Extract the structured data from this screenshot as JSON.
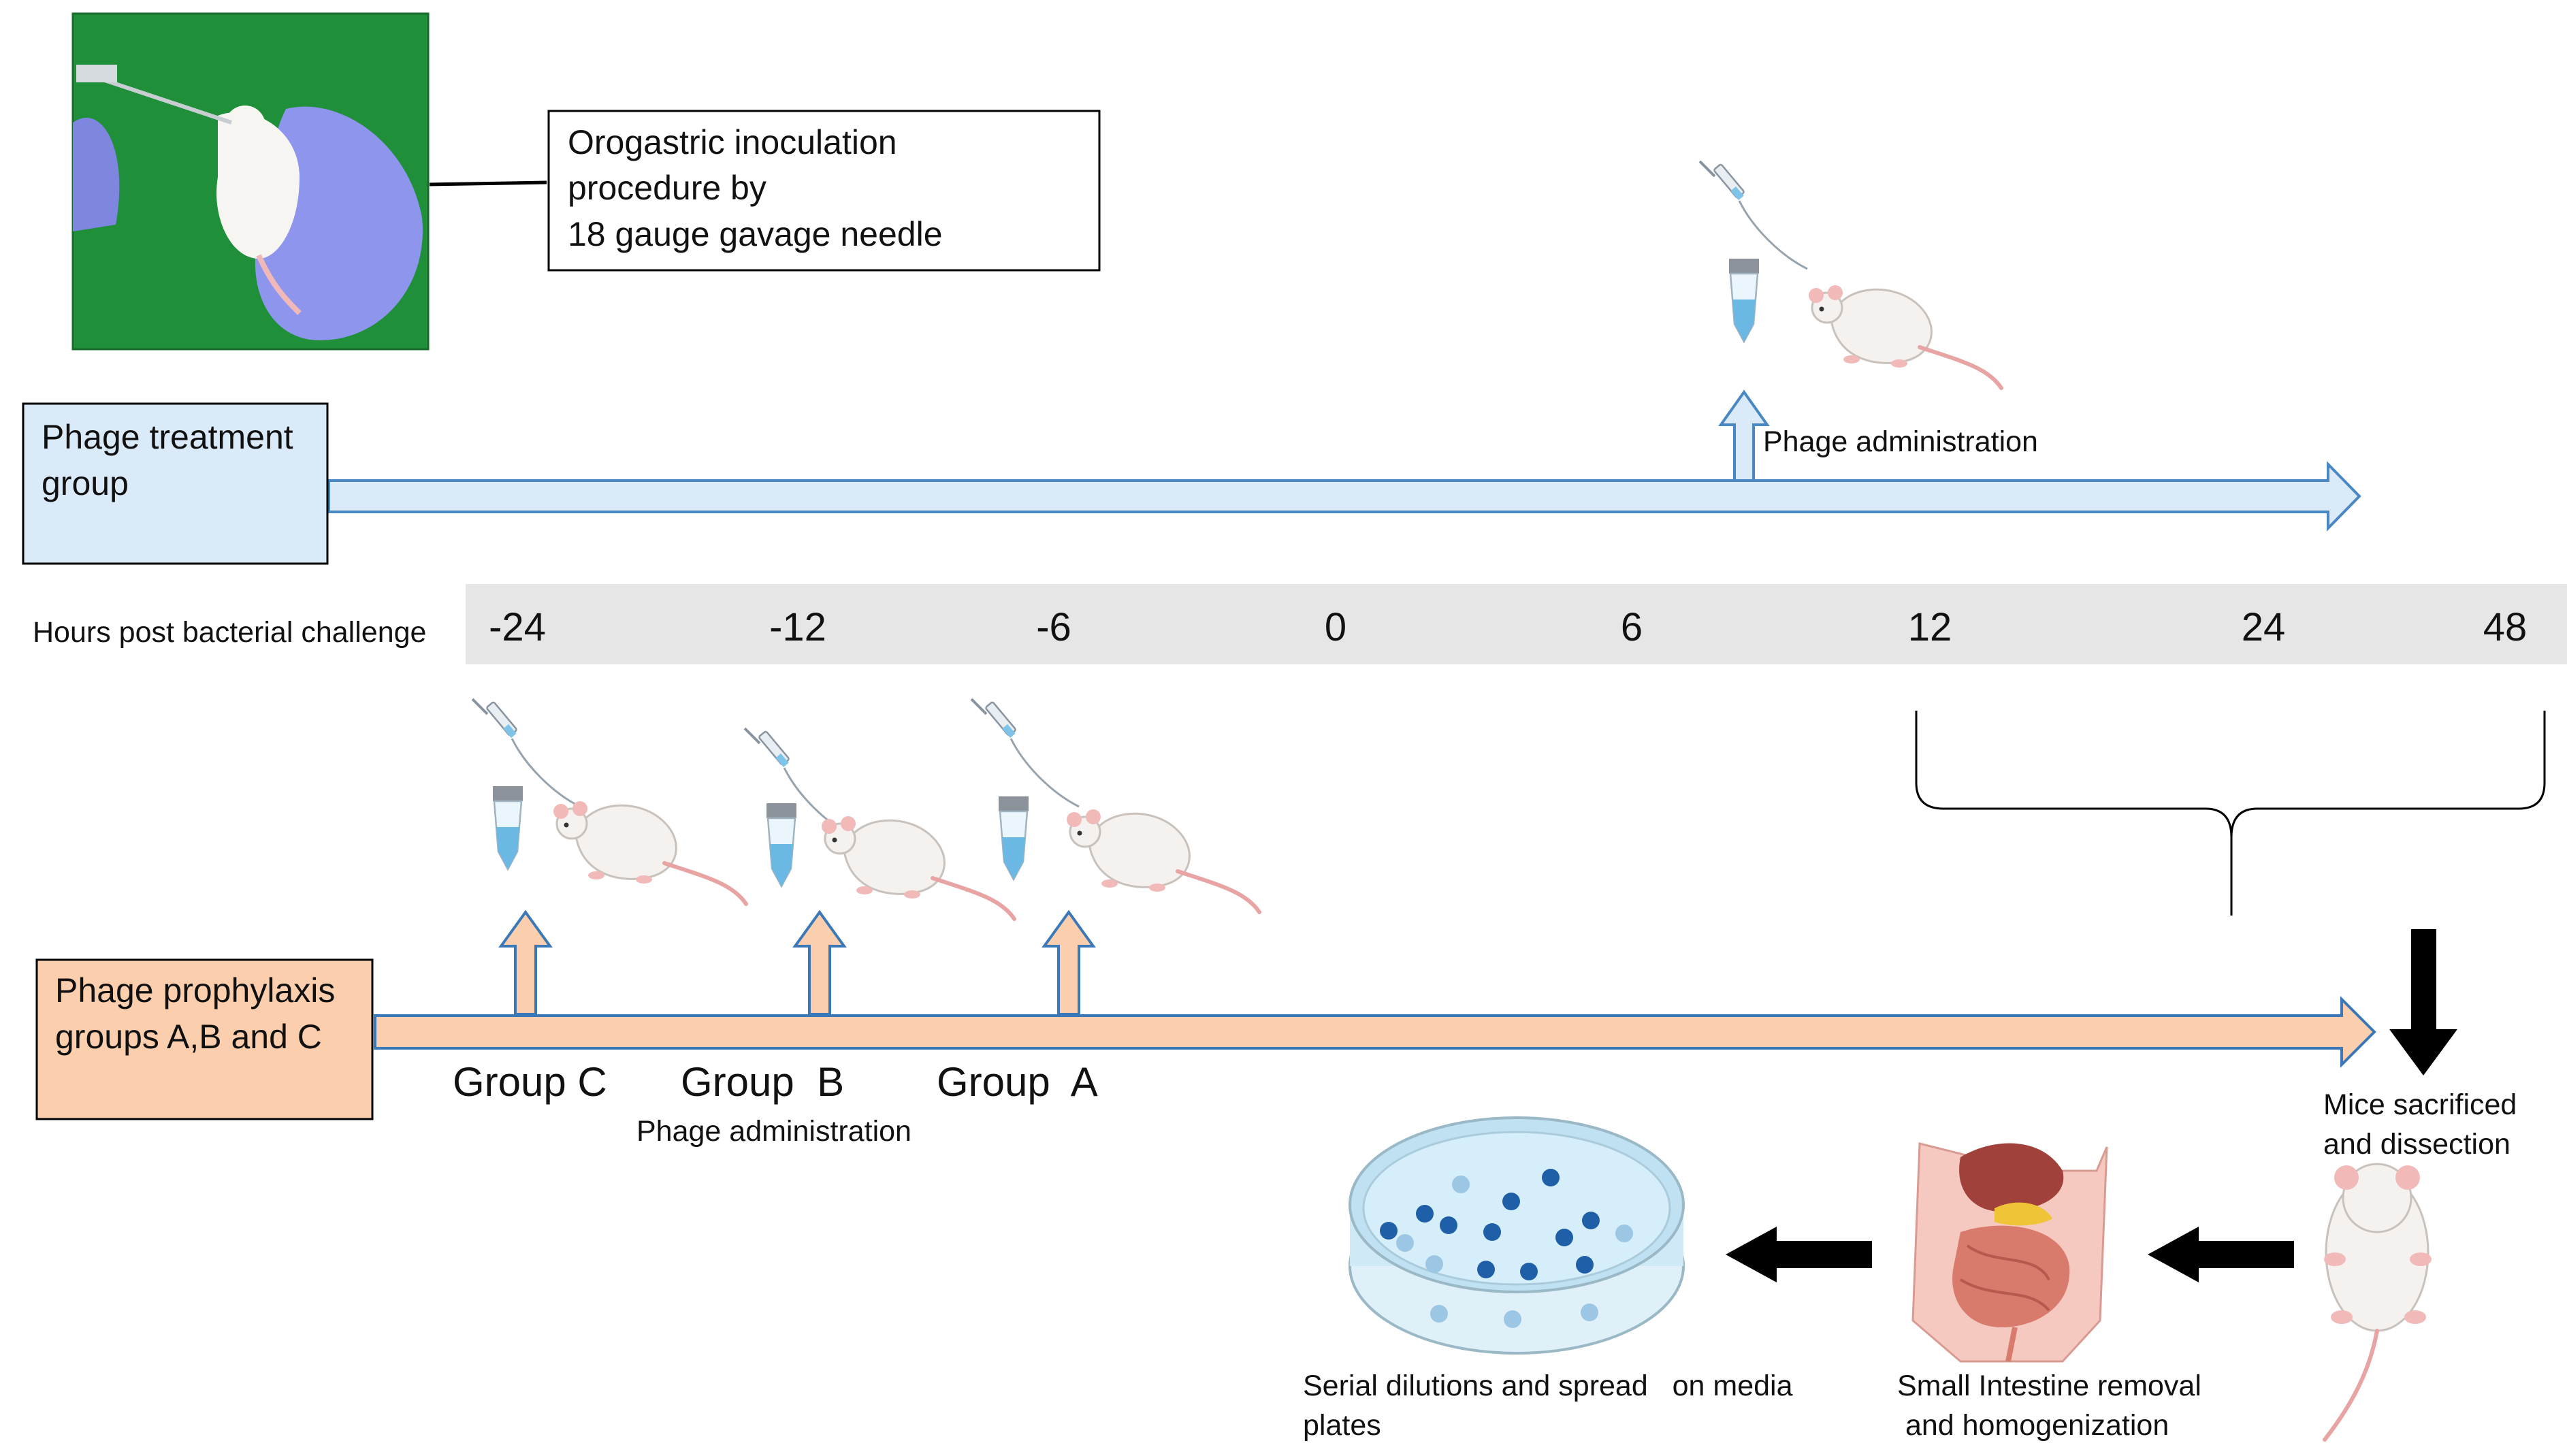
{
  "photo_caption": {
    "line1": "Orogastric inoculation",
    "line2": "procedure by",
    "line3": "18 gauge gavage   needle"
  },
  "treatment": {
    "label_line1": "Phage treatment",
    "label_line2": "group",
    "admin_label": "Phage administration",
    "color_fill": "#daeaf8",
    "color_stroke": "#4a88c4"
  },
  "timeline": {
    "label": "Hours post bacterial  challenge",
    "ticks": [
      "-24",
      "-12",
      "-6",
      "0",
      "6",
      "12",
      "24",
      "48"
    ],
    "band_color": "#e6e6e6"
  },
  "prophylaxis": {
    "label_line1": "Phage prophylaxis",
    "label_line2": "groups  A,B and C",
    "groups": [
      "Group C",
      "Group  B",
      "Group  A"
    ],
    "admin_label": "Phage administration",
    "color_fill": "#fbcfae",
    "color_stroke": "#3a78b8"
  },
  "outcome": {
    "sacrifice_line1": "Mice sacrificed",
    "sacrifice_line2": "and dissection",
    "intestine_line1": "Small Intestine removal",
    "intestine_line2": " and homogenization",
    "plates_line1": "Serial dilutions and spread   on media",
    "plates_line2": "plates"
  },
  "icons": [
    "syringe-icon",
    "tube-icon",
    "mouse-icon",
    "petri-dish-icon",
    "intestine-icon",
    "down-arrow-icon",
    "left-arrow-icon"
  ]
}
